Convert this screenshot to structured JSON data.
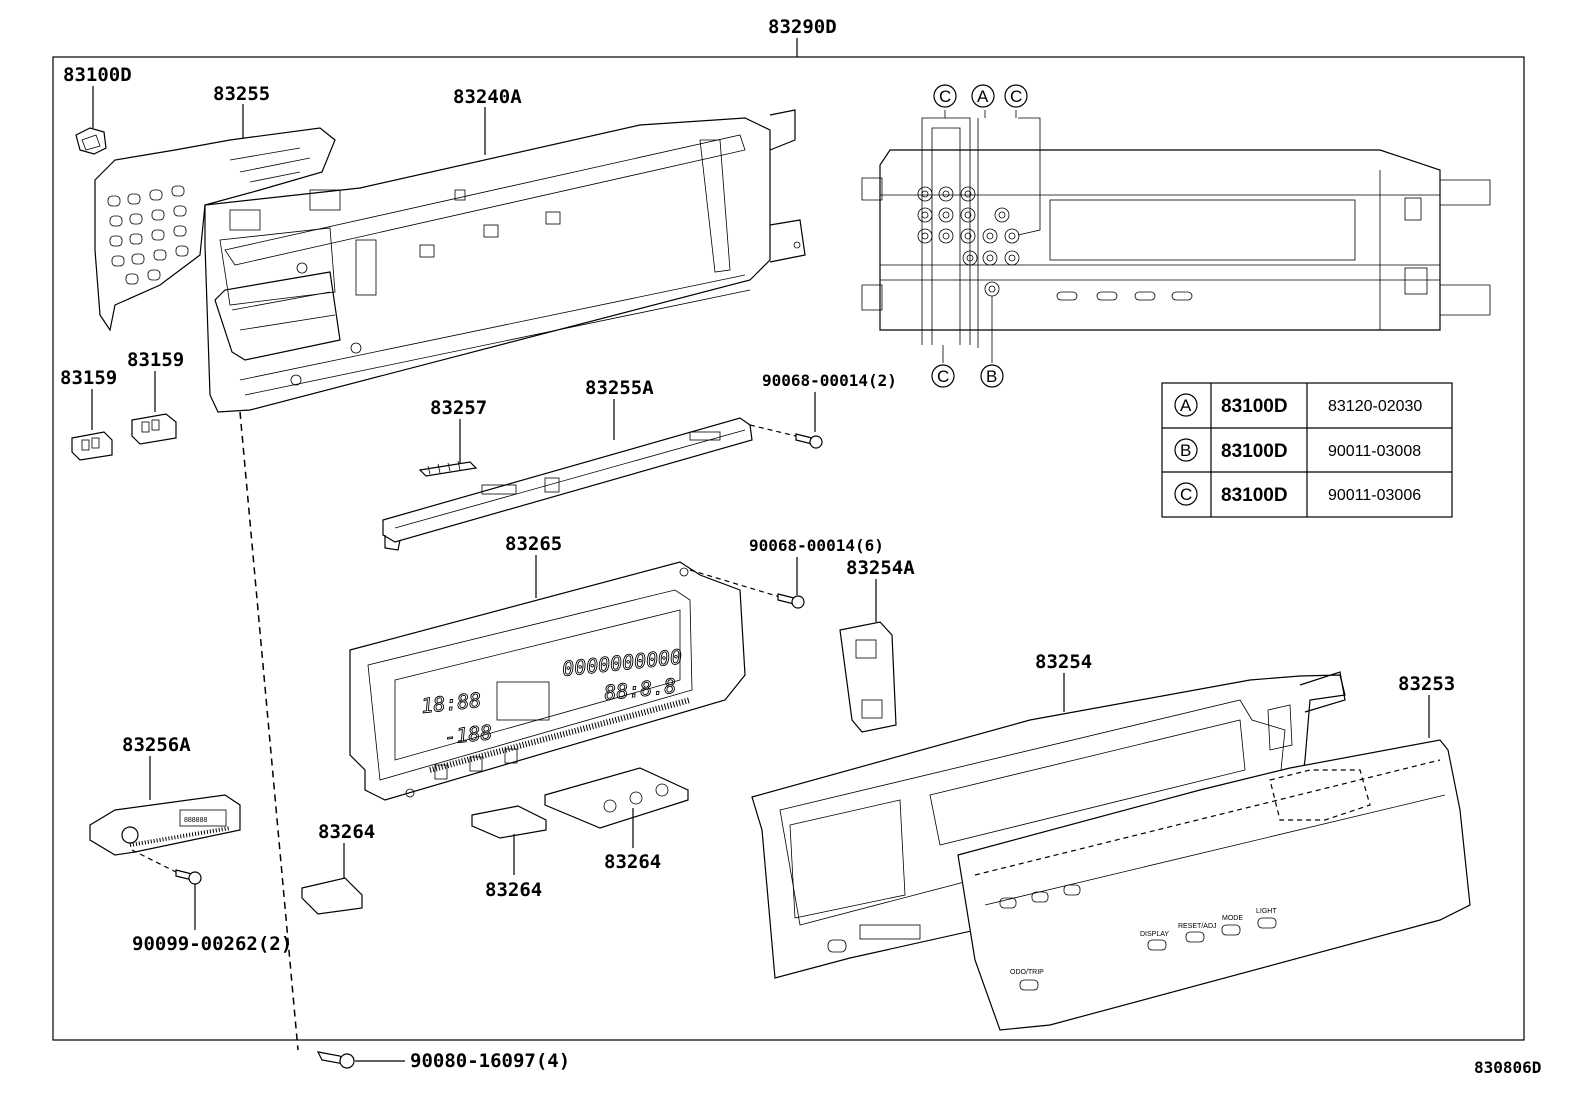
{
  "diagram": {
    "assembly_label": "83290D",
    "figure_code": "830806D",
    "parts": {
      "p83100D": "83100D",
      "p83255": "83255",
      "p83240A": "83240A",
      "p83159a": "83159",
      "p83159b": "83159",
      "p83257": "83257",
      "p83255A": "83255A",
      "p90068a": "90068-00014(2)",
      "p83265": "83265",
      "p90068b": "90068-00014(6)",
      "p83254A": "83254A",
      "p83254": "83254",
      "p83253": "83253",
      "p83256A": "83256A",
      "p83264a": "83264",
      "p83264b": "83264",
      "p83264c": "83264",
      "p90099": "90099-00262(2)",
      "p90080": "90080-16097(4)"
    },
    "callouts": {
      "top_left": "C",
      "top_mid": "A",
      "top_right": "C",
      "bottom_left": "C",
      "bottom_right": "B"
    },
    "table": {
      "rows": [
        {
          "key": "A",
          "part": "83100D",
          "number": "83120-02030"
        },
        {
          "key": "B",
          "part": "83100D",
          "number": "90011-03008"
        },
        {
          "key": "C",
          "part": "83100D",
          "number": "90011-03006"
        }
      ]
    },
    "display_segments": {
      "odometer": "0000000000",
      "clock": "18:88",
      "temp": "-188",
      "trip": "88:8.8",
      "module": "888888"
    },
    "button_labels": {
      "display": "DISPLAY",
      "reset": "RESET/ADJ",
      "mode": "MODE",
      "light": "LIGHT",
      "odo": "ODO/TRIP"
    }
  }
}
